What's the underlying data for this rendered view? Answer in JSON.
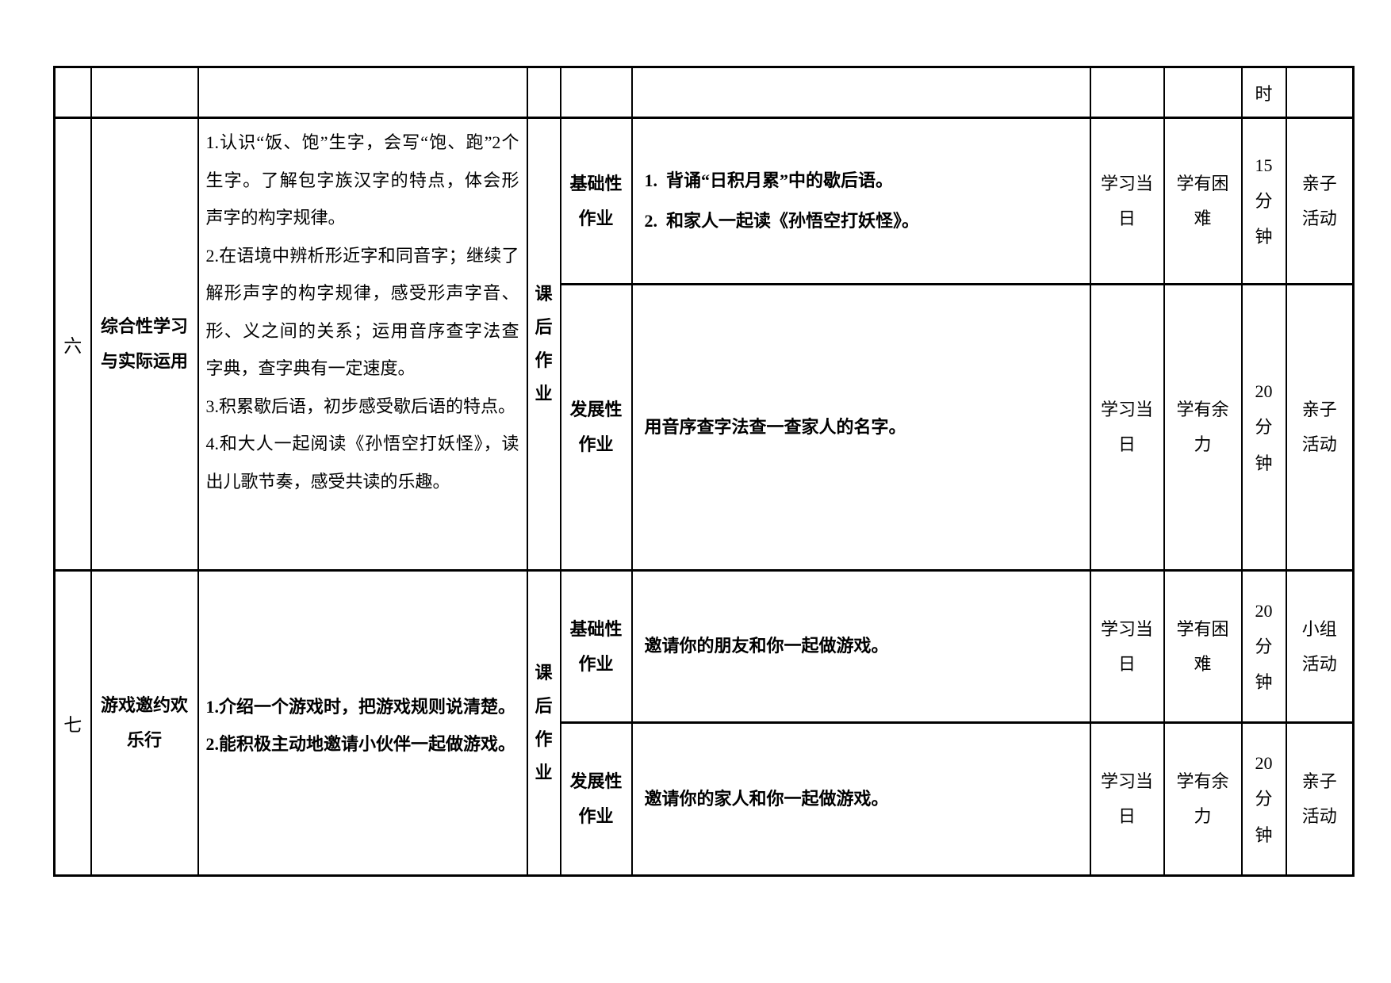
{
  "page": {
    "background": "#ffffff",
    "text_color": "#000000",
    "border_color": "#000000"
  },
  "header": {
    "time_col_partial": "时"
  },
  "sections": [
    {
      "unit_number": "六",
      "unit_title": "综合性学习与实际运用",
      "objectives": [
        "1.认识“饭、饱”生字，会写“饱、跑”2个生字。了解包字族汉字的特点，体会形声字的构字规律。",
        "2.在语境中辨析形近字和同音字；继续了解形声字的构字规律，感受形声字音、形、义之间的关系；运用音序查字法查字典，查字典有一定速度。",
        "3.积累歇后语，初步感受歇后语的特点。",
        "4.和大人一起阅读《孙悟空打妖怪》，读出儿歌节奏，感受共读的乐趣。"
      ],
      "homework_category": "课后作业",
      "rows": [
        {
          "type_label": "基础性作业",
          "content_lines": [
            "1.  背诵“日积月累”中的歇后语。",
            "2.  和家人一起读《孙悟空打妖怪》。"
          ],
          "schedule": "学习当日",
          "learner_level": "学有困难",
          "duration": "15分钟",
          "activity_type": "亲子活动"
        },
        {
          "type_label": "发展性作业",
          "content_lines": [
            "用音序查字法查一查家人的名字。"
          ],
          "schedule": "学习当日",
          "learner_level": "学有余力",
          "duration": "20分钟",
          "activity_type": "亲子活动"
        }
      ]
    },
    {
      "unit_number": "七",
      "unit_title": "游戏邀约欢乐行",
      "objectives": [
        "1.介绍一个游戏时，把游戏规则说清楚。",
        "2.能积极主动地邀请小伙伴一起做游戏。"
      ],
      "homework_category": "课后作业",
      "rows": [
        {
          "type_label": "基础性作业",
          "content_lines": [
            "邀请你的朋友和你一起做游戏。"
          ],
          "schedule": "学习当日",
          "learner_level": "学有困难",
          "duration": "20分钟",
          "activity_type": "小组活动"
        },
        {
          "type_label": "发展性作业",
          "content_lines": [
            "邀请你的家人和你一起做游戏。"
          ],
          "schedule": "学习当日",
          "learner_level": "学有余力",
          "duration": "20分钟",
          "activity_type": "亲子活动"
        }
      ]
    }
  ]
}
